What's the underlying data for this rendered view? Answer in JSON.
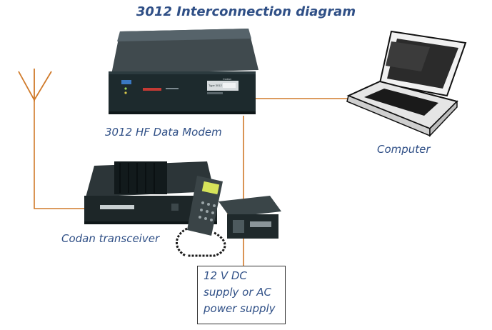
{
  "title": "3012 Interconnection diagram",
  "labels": {
    "modem": "3012 HF Data Modem",
    "computer": "Computer",
    "transceiver": "Codan transceiver"
  },
  "modem_panel": {
    "brand_small": "Codan",
    "model_text": "Type 3012"
  },
  "power_supply": {
    "lines": [
      "12 V DC",
      "supply or AC",
      "power supply"
    ]
  },
  "colors": {
    "title": "#2f4f86",
    "cable": "#d07a2a",
    "antenna": "#d07a2a",
    "device_dark": "#1f2a2e"
  }
}
